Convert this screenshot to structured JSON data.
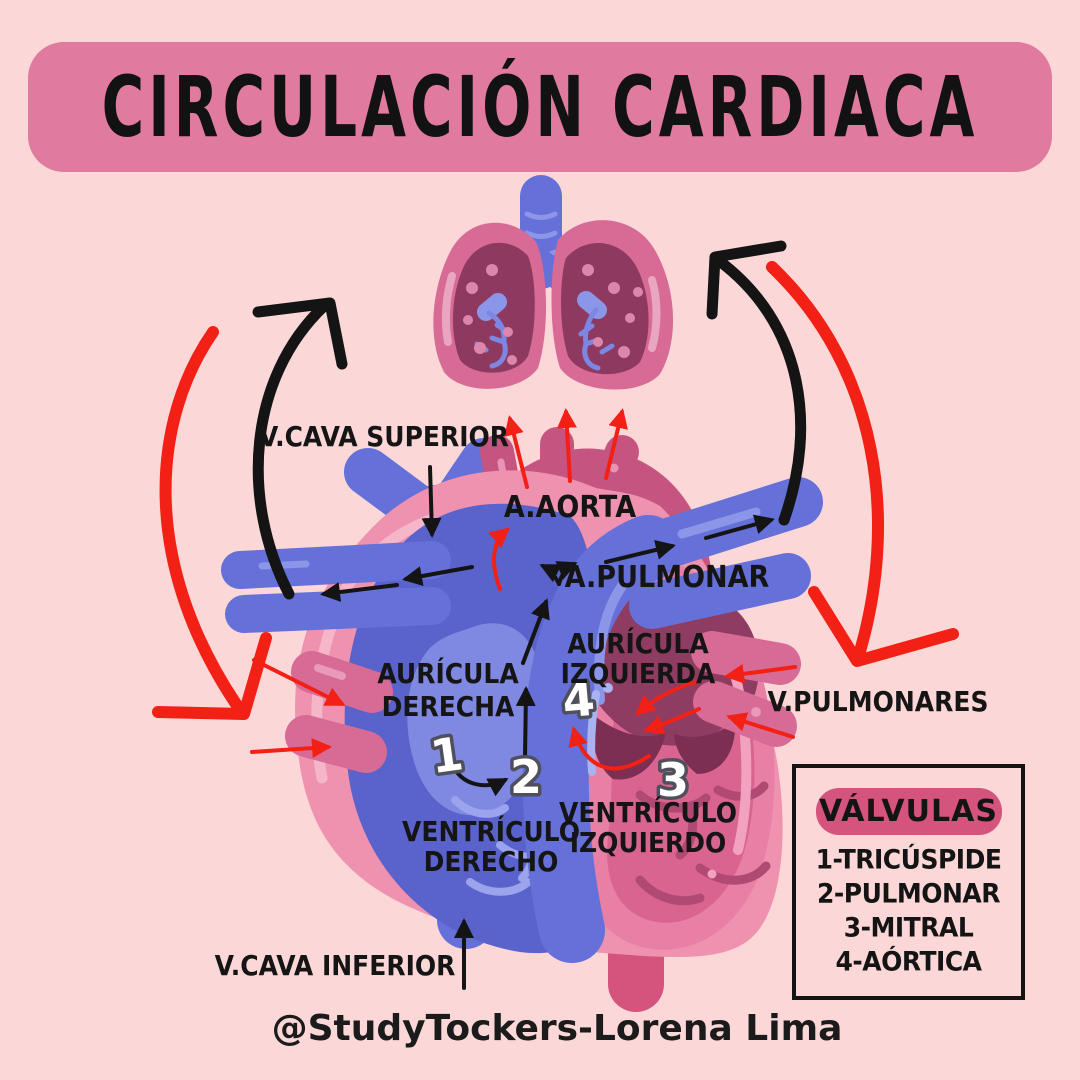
{
  "title": "CIRCULACIÓN CARDIACA",
  "attribution": "@StudyTockers-Lorena Lima",
  "heart_labels": {
    "vena_cava_superior": "V.CAVA SUPERIOR",
    "aorta": "A.AORTA",
    "arteria_pulmonar": "A.PULMONAR",
    "auricula_derecha_line1": "AURÍCULA",
    "auricula_derecha_line2": "DERECHA",
    "auricula_izquierda_line1": "AURÍCULA",
    "auricula_izquierda_line2": "IZQUIERDA",
    "venas_pulmonares": "V.PULMONARES",
    "ventriculo_derecho_line1": "VENTRÍCULO",
    "ventriculo_derecho_line2": "DERECHO",
    "ventriculo_izquierdo_line1": "VENTRÍCULO",
    "ventriculo_izquierdo_line2": "IZQUIERDO",
    "vena_cava_inferior": "V.CAVA INFERIOR"
  },
  "valve_markers": {
    "tricuspide": "1",
    "pulmonar": "2",
    "mitral": "3",
    "aortica": "4"
  },
  "legend": {
    "title": "VÁLVULAS",
    "items": [
      "1-TRICÚSPIDE",
      "2-PULMONAR",
      "3-MITRAL",
      "4-AÓRTICA"
    ]
  },
  "colors": {
    "background": "#fcd7d8",
    "title_banner": "#e07a9e",
    "legend_header": "#d4547e",
    "oxygenated_arrow_red": "#f32015",
    "ink_black": "#141414",
    "vein_blue": "#6570d8",
    "heart_pink": "#ef92b0",
    "aorta_pink": "#c65480"
  }
}
